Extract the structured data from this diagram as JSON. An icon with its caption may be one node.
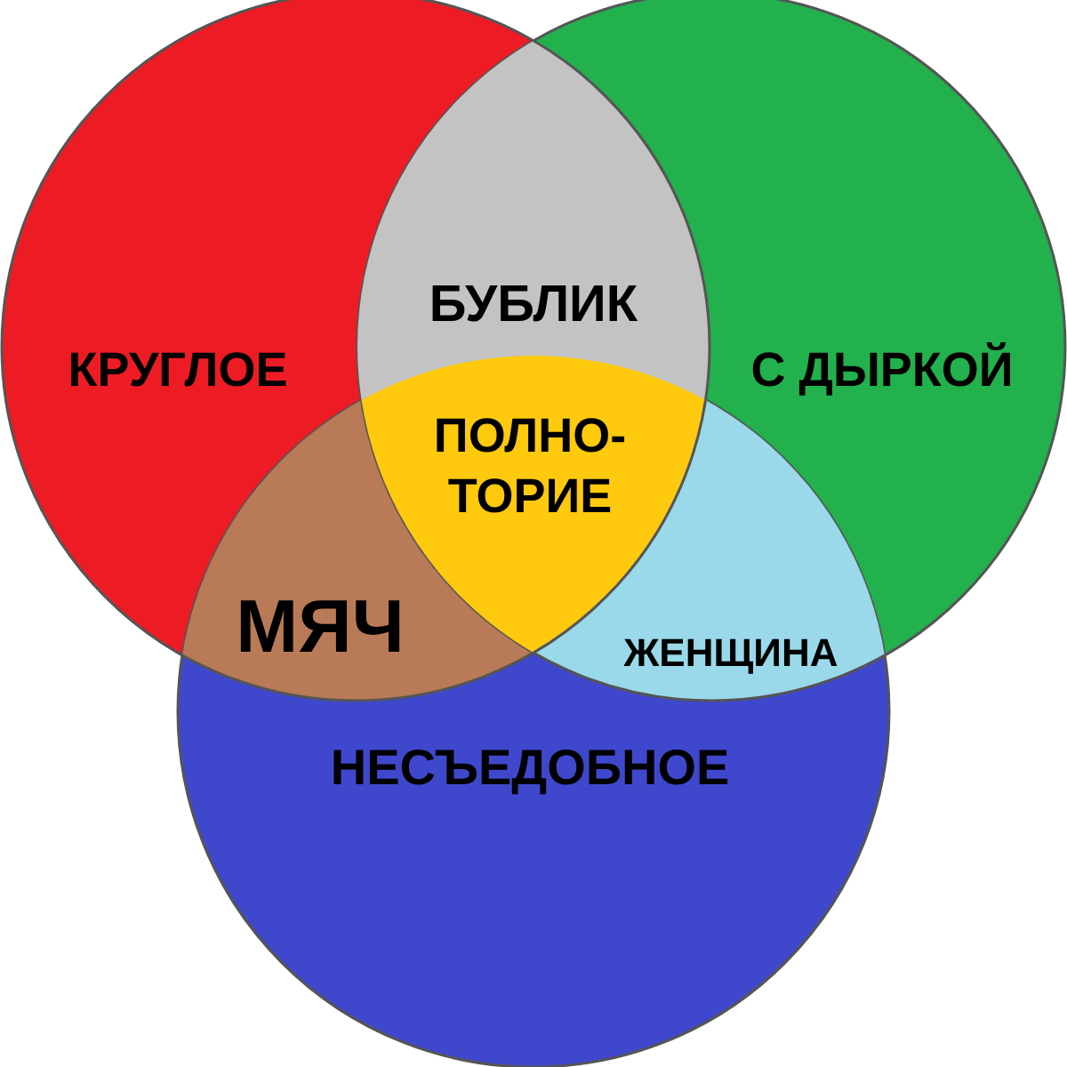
{
  "diagram": {
    "nodes": [
      {
        "text": [
          "КРУГЛОЕ"
        ]
      },
      {
        "text": [
          "С ДЫРКОЙ"
        ]
      },
      {
        "text": [
          "НЕСЪЕДОБНОЕ"
        ]
      },
      {
        "text": [
          "БУБЛИК"
        ]
      },
      {
        "text": [
          "ПОЛНО- ТОРИЕ"
        ]
      },
      {
        "text": [
          "МЯЧ"
        ]
      },
      {
        "text": [
          "ЖЕНЩИНА"
        ]
      }
    ]
  }
}
